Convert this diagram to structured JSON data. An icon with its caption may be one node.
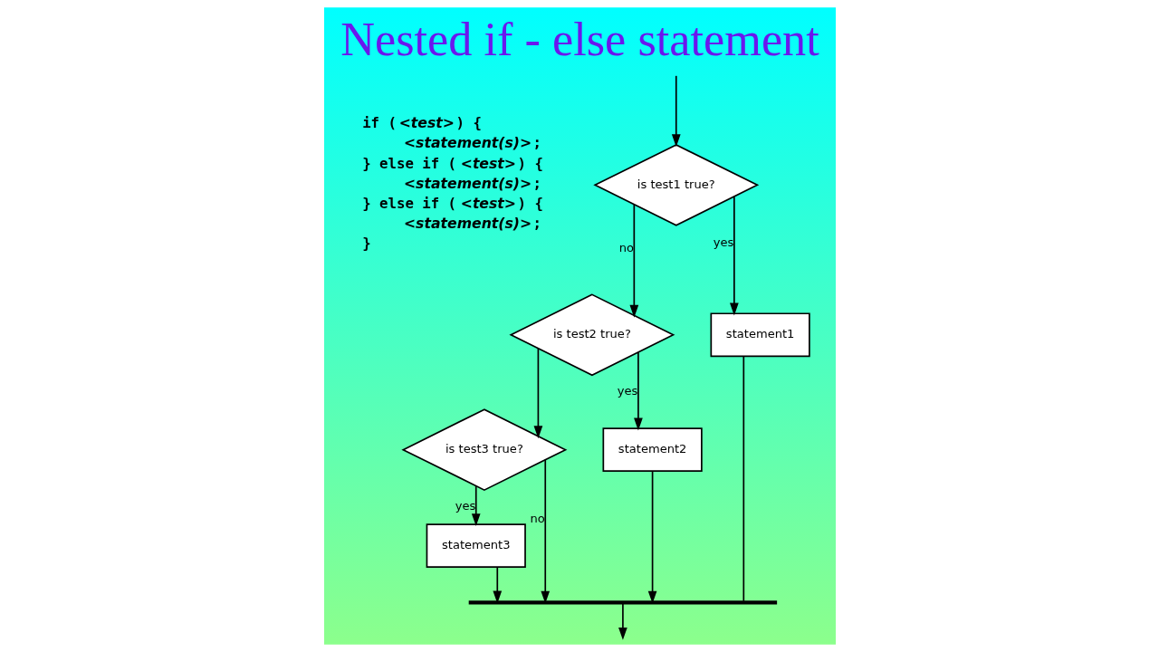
{
  "diagram": {
    "title": "Nested if - else statement",
    "nodes": [
      {
        "text": [
          "is test1 true?"
        ]
      },
      {
        "text": [
          "is test2 true?"
        ]
      },
      {
        "text": [
          "statement1"
        ]
      },
      {
        "text": [
          "is test3 true?"
        ]
      },
      {
        "text": [
          "statement2"
        ]
      },
      {
        "text": [
          "statement3"
        ]
      },
      {
        "text": [],
        "shape": "bar"
      }
    ],
    "edges": [
      {
        "from": null,
        "to": 0,
        "arrow": "to"
      },
      {
        "from": 0,
        "to": 1,
        "arrow": "to",
        "label": "no"
      },
      {
        "from": 0,
        "to": 2,
        "arrow": "to",
        "label": "yes"
      },
      {
        "from": 1,
        "to": 3,
        "arrow": "to"
      },
      {
        "from": 1,
        "to": 4,
        "arrow": "to",
        "label": "yes"
      },
      {
        "from": 3,
        "to": 5,
        "arrow": "to",
        "label": "yes"
      },
      {
        "from": 3,
        "to": 6,
        "arrow": "to",
        "label": "no"
      },
      {
        "from": 5,
        "to": 6,
        "arrow": "to"
      },
      {
        "from": 4,
        "to": 6,
        "arrow": "to"
      },
      {
        "from": 2,
        "to": 6,
        "arrow": "none"
      },
      {
        "from": 6,
        "to": null,
        "arrow": "to"
      }
    ],
    "labels": [
      "if (*<test>*) {",
      "*<statement(s)>*;",
      "} else if (*<test>*) {",
      "*<statement(s)>*;",
      "} else if (*<test>*) {",
      "*<statement(s)>*;",
      "}"
    ]
  }
}
